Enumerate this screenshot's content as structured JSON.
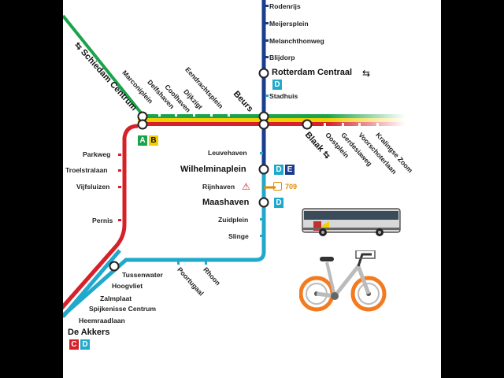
{
  "lines": {
    "A": {
      "color": "#19a34a"
    },
    "B": {
      "color": "#f0d000"
    },
    "C": {
      "color": "#d6202a"
    },
    "D": {
      "color": "#21a9cc"
    },
    "E": {
      "color": "#1a3d8f"
    },
    "bus": {
      "color": "#e08a00"
    }
  },
  "stations": {
    "rodenrijs": "Rodenrijs",
    "meijersplein": "Meijersplein",
    "melanchthonweg": "Melanchthonweg",
    "blijdorp": "Blijdorp",
    "rotterdam_centraal": "Rotterdam Centraal",
    "stadhuis": "Stadhuis",
    "beurs": "Beurs",
    "schiedam_centrum": "Schiedam Centrum",
    "marconiplein": "Marconiplein",
    "delfshaven": "Delfshaven",
    "coolhaven": "Coolhaven",
    "dijkzigt": "Dijkzigt",
    "eendrachtsplein": "Eendrachtsplein",
    "blaak": "Blaak",
    "oostplein": "Oostplein",
    "gerdesiaweg": "Gerdesiaweg",
    "voorschoterlaan": "Voorschoterlaan",
    "kralingse_zoom": "Kralingse Zoom",
    "leuvehaven": "Leuvehaven",
    "wilhelminaplein": "Wilhelminaplein",
    "rijnhaven": "Rijnhaven",
    "maashaven": "Maashaven",
    "zuidplein": "Zuidplein",
    "slinge": "Slinge",
    "parkweg": "Parkweg",
    "troelstralaan": "Troelstralaan",
    "vijfsluizen": "Vijfsluizen",
    "pernis": "Pernis",
    "tussenwater": "Tussenwater",
    "hoogvliet": "Hoogvliet",
    "zalmplaat": "Zalmplaat",
    "spijkenisse_centrum": "Spijkenisse Centrum",
    "heemraadlaan": "Heemraadlaan",
    "de_akkers": "De Akkers",
    "poortugaal": "Poortugaal",
    "rhoon": "Rhoon"
  },
  "badges": {
    "a": "A",
    "b": "B",
    "c": "C",
    "d": "D",
    "e": "E"
  },
  "bus_number": "709",
  "icons": {
    "train_interchange": "train-interchange-icon",
    "ferry_warning": "ferry-icon",
    "bus": "bus-icon",
    "bus_vehicle": "bus-illustration",
    "bike": "bike-illustration"
  }
}
